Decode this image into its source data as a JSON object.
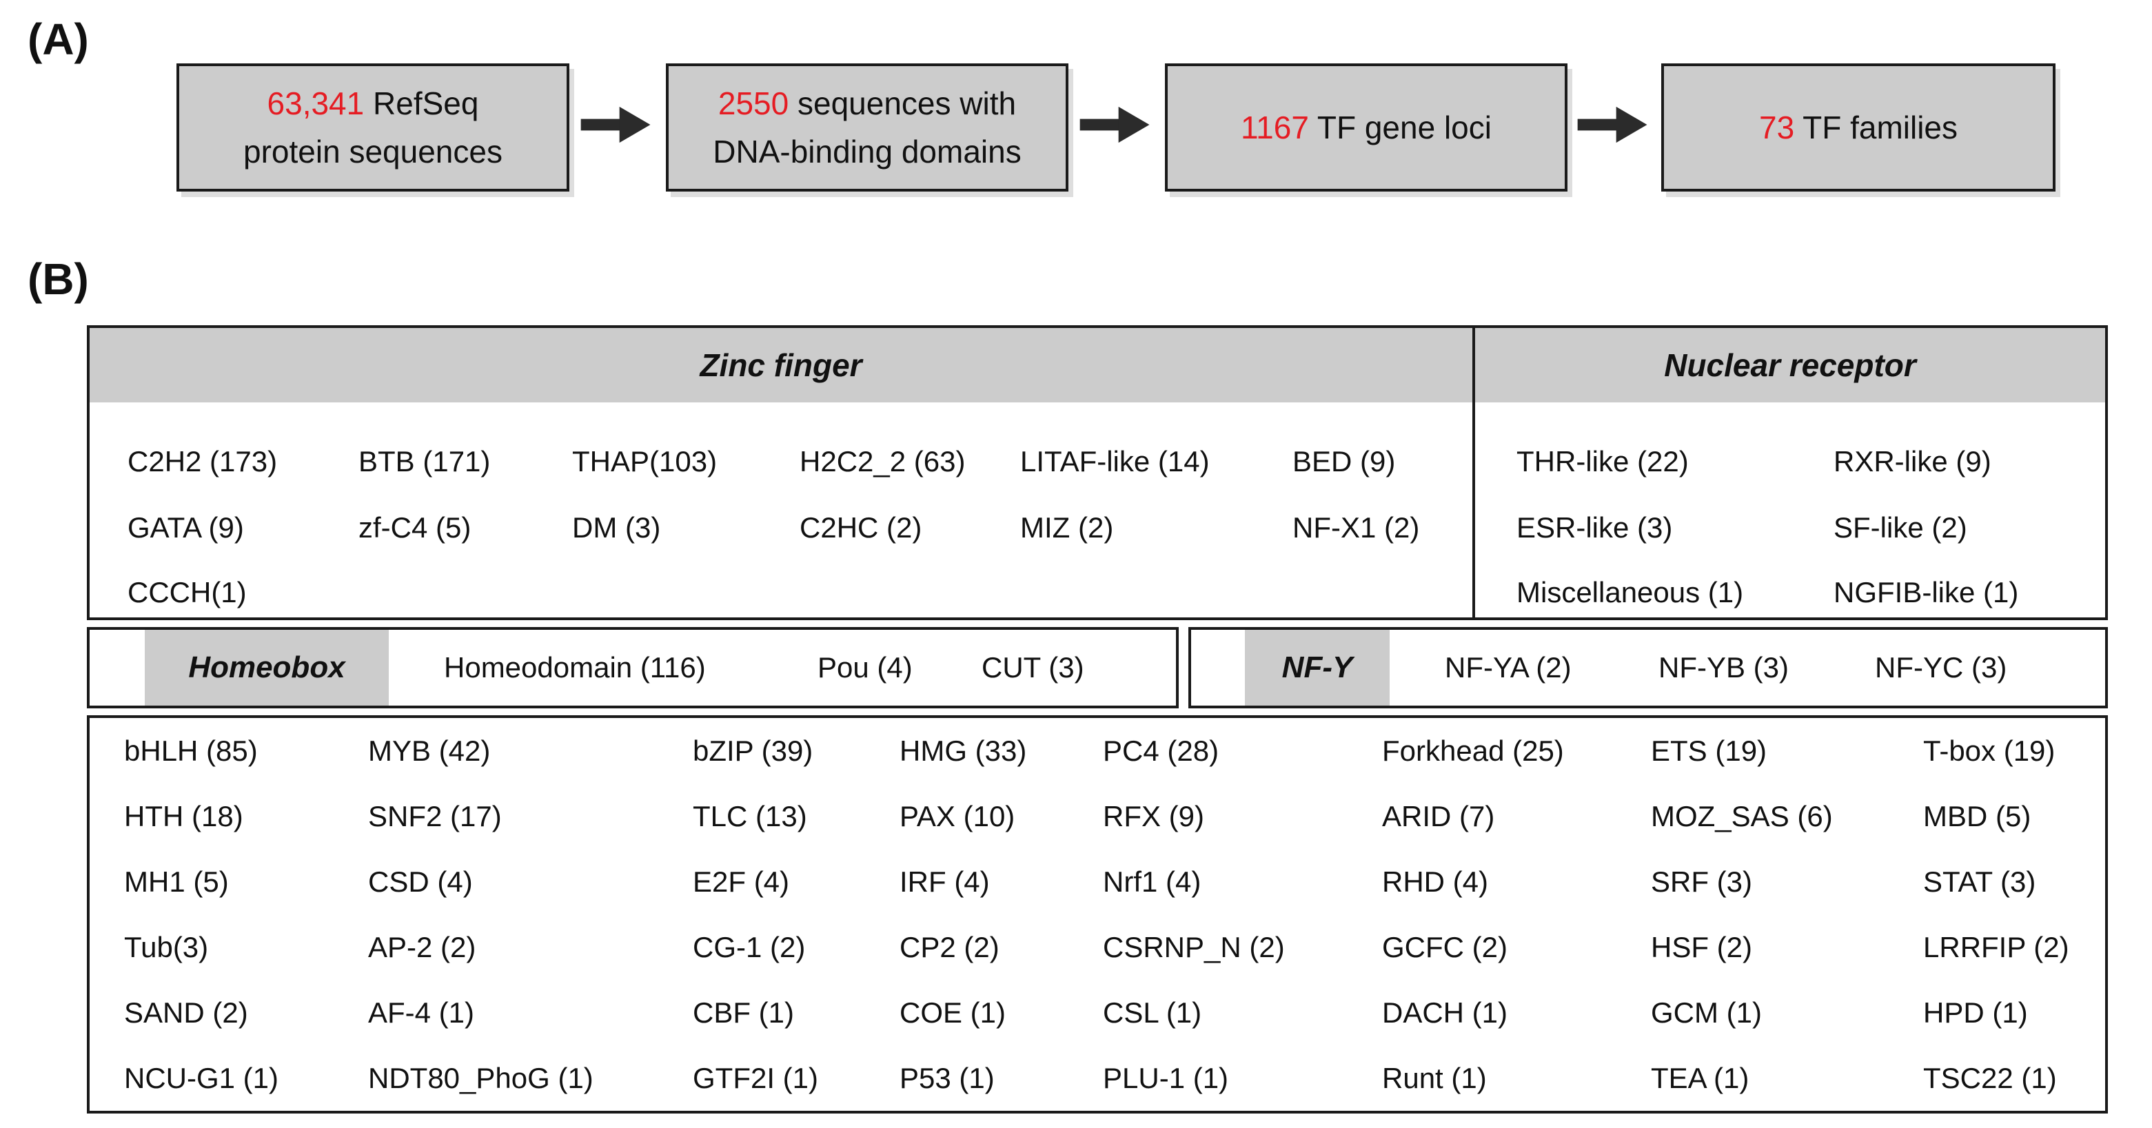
{
  "colors": {
    "highlight_red": "#e51c23",
    "panel_fill_gray": "#cccccc",
    "border_black": "#1a1a1a"
  },
  "flowchart": {
    "label": "(A)",
    "boxes": [
      {
        "value": "63,341",
        "text": " RefSeq",
        "line2": "protein sequences"
      },
      {
        "value": "2550",
        "text": " sequences with",
        "line2": "DNA-binding domains"
      },
      {
        "value": "1167",
        "text": " TF gene loci",
        "line2": ""
      },
      {
        "value": "73",
        "text": " TF families",
        "line2": ""
      }
    ]
  },
  "classification": {
    "label": "(B)",
    "zinc_finger": {
      "title": "Zinc finger",
      "rows": [
        [
          "C2H2 (173)",
          "BTB (171)",
          "THAP(103)",
          "H2C2_2 (63)",
          "LITAF-like (14)",
          "BED (9)"
        ],
        [
          "GATA (9)",
          "zf-C4 (5)",
          "DM (3)",
          "C2HC (2)",
          "MIZ (2)",
          "NF-X1 (2)"
        ],
        [
          "CCCH(1)"
        ]
      ]
    },
    "nuclear_receptor": {
      "title": "Nuclear receptor",
      "rows": [
        [
          "THR-like (22)",
          "RXR-like (9)"
        ],
        [
          "ESR-like (3)",
          "SF-like (2)"
        ],
        [
          "Miscellaneous (1)",
          "NGFIB-like (1)"
        ]
      ]
    },
    "homeobox": {
      "title": "Homeobox",
      "items": [
        "Homeodomain (116)",
        "Pou (4)",
        "CUT (3)"
      ]
    },
    "nf_y": {
      "title": "NF-Y",
      "items": [
        "NF-YA (2)",
        "NF-YB (3)",
        "NF-YC (3)"
      ]
    },
    "families": {
      "rows": [
        [
          "bHLH (85)",
          "MYB (42)",
          "bZIP (39)",
          "HMG (33)",
          "PC4 (28)",
          "Forkhead (25)",
          "ETS (19)",
          "T-box (19)"
        ],
        [
          "HTH (18)",
          "SNF2 (17)",
          "TLC (13)",
          "PAX (10)",
          "RFX (9)",
          "ARID (7)",
          "MOZ_SAS (6)",
          "MBD (5)"
        ],
        [
          "MH1 (5)",
          "CSD (4)",
          "E2F (4)",
          "IRF (4)",
          "Nrf1 (4)",
          "RHD (4)",
          "SRF (3)",
          "STAT (3)"
        ],
        [
          "Tub(3)",
          "AP-2 (2)",
          "CG-1 (2)",
          "CP2 (2)",
          "CSRNP_N (2)",
          "GCFC (2)",
          "HSF (2)",
          "LRRFIP (2)"
        ],
        [
          "SAND (2)",
          "AF-4 (1)",
          "CBF (1)",
          "COE (1)",
          "CSL (1)",
          "DACH (1)",
          "GCM (1)",
          "HPD (1)"
        ],
        [
          "NCU-G1 (1)",
          "NDT80_PhoG (1)",
          "GTF2I (1)",
          "P53 (1)",
          "PLU-1 (1)",
          "Runt (1)",
          "TEA (1)",
          "TSC22 (1)"
        ]
      ]
    }
  }
}
